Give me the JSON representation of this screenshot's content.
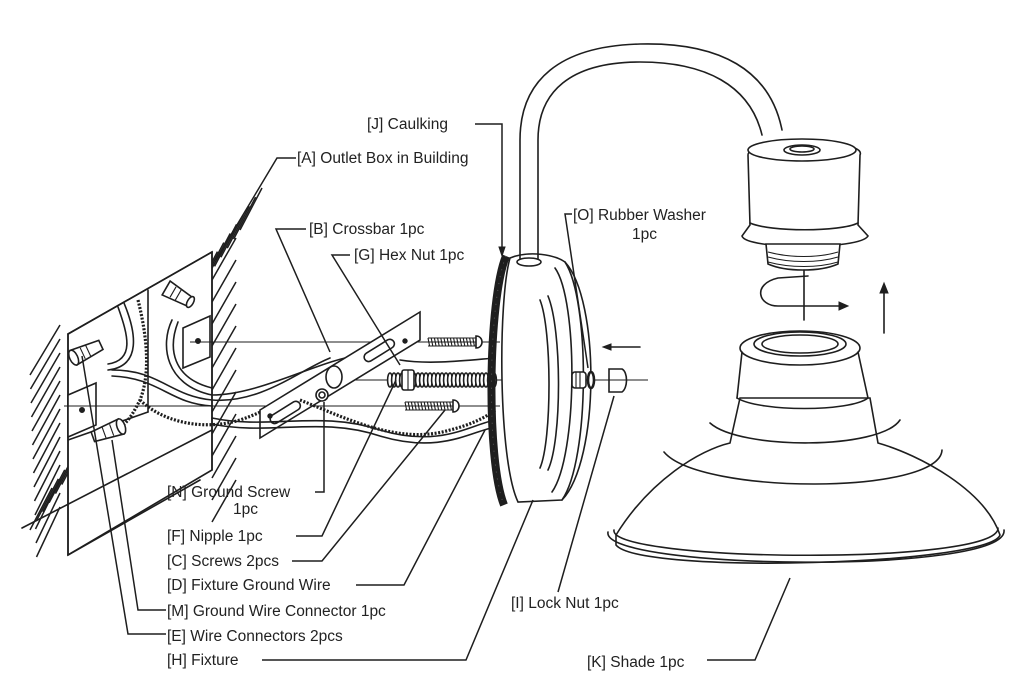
{
  "diagram": {
    "type": "exploded-view installation diagram",
    "subject": "Gooseneck barn light wall fixture",
    "colors": {
      "ink": "#1e1e1e",
      "background": "#ffffff",
      "label_text": "#222222"
    },
    "labels": {
      "J": {
        "letter": "[J]",
        "text": "[J] Caulking"
      },
      "A": {
        "letter": "[A]",
        "text": "[A] Outlet Box in Building"
      },
      "B": {
        "letter": "[B]",
        "text": "[B] Crossbar 1pc"
      },
      "G": {
        "letter": "[G]",
        "text": "[G] Hex Nut 1pc"
      },
      "O": {
        "letter": "[O]",
        "text": "[O] Rubber Washer",
        "text2": "1pc"
      },
      "N": {
        "letter": "[N]",
        "text": "[N] Ground Screw",
        "text2": "1pc"
      },
      "F": {
        "letter": "[F]",
        "text": "[F] Nipple 1pc"
      },
      "C": {
        "letter": "[C]",
        "text": "[C] Screws 2pcs"
      },
      "D": {
        "letter": "[D]",
        "text": "[D] Fixture Ground Wire"
      },
      "M": {
        "letter": "[M]",
        "text": "[M] Ground Wire Connector 1pc"
      },
      "E": {
        "letter": "[E]",
        "text": "[E] Wire Connectors 2pcs"
      },
      "H": {
        "letter": "[H]",
        "text": "[H] Fixture"
      },
      "I": {
        "letter": "[I]",
        "text": "[I] Lock Nut 1pc"
      },
      "K": {
        "letter": "[K]",
        "text": "[K] Shade 1pc"
      }
    },
    "icons": [
      "rotate-arrow-icon",
      "up-arrow-icon",
      "left-arrow-icon"
    ]
  }
}
